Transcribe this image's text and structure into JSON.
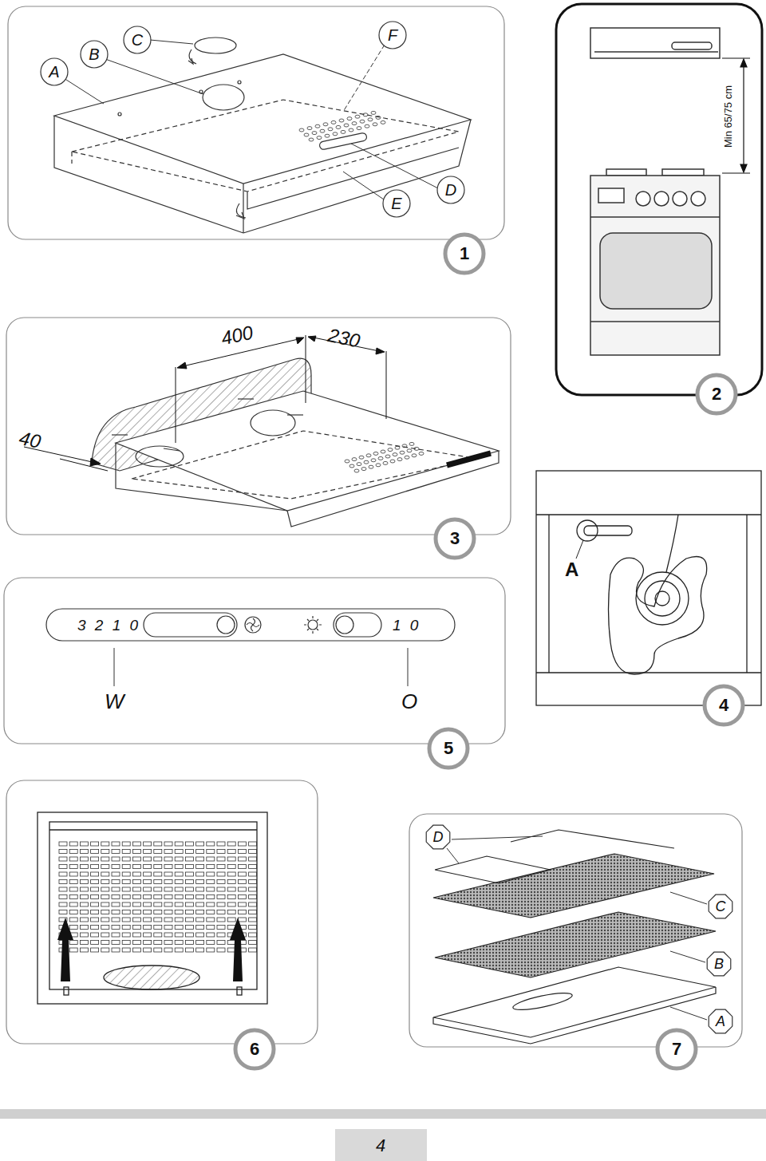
{
  "diagram": {
    "nodes": [
      {
        "text": [
          "A"
        ]
      },
      {
        "text": [
          "B"
        ]
      },
      {
        "text": [
          "C"
        ]
      },
      {
        "text": [
          "F"
        ]
      },
      {
        "text": [
          "D"
        ]
      },
      {
        "text": [
          "E"
        ]
      },
      {
        "text": [
          "1"
        ]
      },
      {
        "text": [
          "2"
        ]
      },
      {
        "text": [
          "3"
        ]
      },
      {
        "text": [
          "4"
        ]
      },
      {
        "text": [
          "5"
        ]
      },
      {
        "text": [
          "6"
        ]
      },
      {
        "text": [
          "D"
        ]
      },
      {
        "text": [
          "C"
        ]
      },
      {
        "text": [
          "B"
        ]
      },
      {
        "text": [
          "A"
        ]
      },
      {
        "text": [
          "7"
        ]
      },
      {
        "text": [
          "4"
        ]
      }
    ],
    "edges": [],
    "labels": [
      "Min 65/75 cm",
      "400",
      "230",
      "40",
      "A",
      "3 2 1 0",
      "1 0",
      "W",
      "O"
    ]
  }
}
